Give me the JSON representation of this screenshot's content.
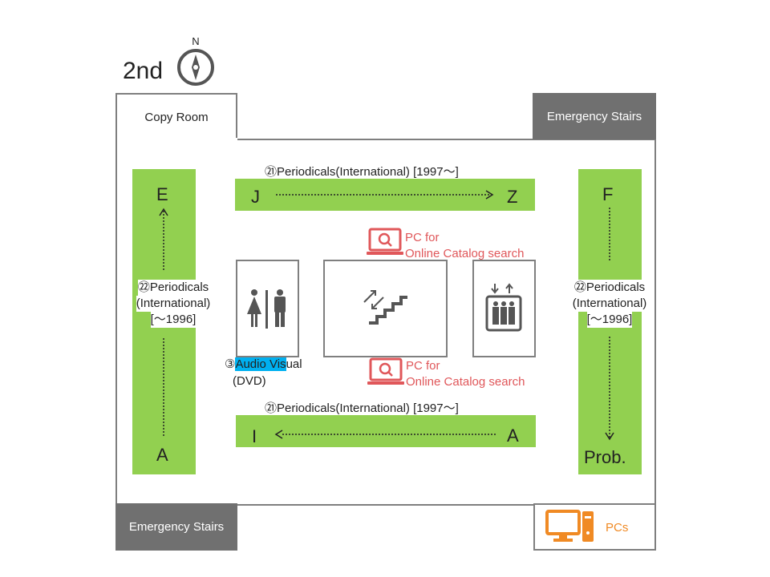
{
  "floor": {
    "label": "2nd",
    "compass_label": "N"
  },
  "rooms": {
    "copy_room": "Copy Room",
    "emergency_stairs_top": "Emergency Stairs",
    "emergency_stairs_bottom": "Emergency Stairs",
    "pcs": "PCs"
  },
  "shelves": {
    "top": {
      "label": "㉑Periodicals(International) [1997～]",
      "start": "J",
      "end": "Z"
    },
    "bottom": {
      "label": "㉑Periodicals(International) [1997～]",
      "start": "A",
      "end": "I"
    },
    "left": {
      "line1": "㉒Periodicals",
      "line2": "(International)",
      "line3": "[～1996]",
      "start": "A",
      "end": "E"
    },
    "right": {
      "line1": "㉒Periodicals",
      "line2": "(International)",
      "line3": "[～1996]",
      "start": "F",
      "end": "Prob."
    }
  },
  "facilities": {
    "pc_catalog_top": {
      "line1": "PC for",
      "line2": "Online Catalog search"
    },
    "pc_catalog_bottom": {
      "line1": "PC for",
      "line2": "Online Catalog search"
    },
    "audio_visual": {
      "prefix": "③",
      "highlight": "Audio Vis",
      "rest": "ual",
      "line2": "(DVD)"
    },
    "icons": [
      "restroom-icon",
      "stairs-icon",
      "elevator-icon",
      "laptop-search-icon",
      "desktop-pc-icon",
      "compass-icon"
    ]
  },
  "colors": {
    "shelf": "#92d050",
    "stairs": "#707070",
    "catalog": "#e0575a",
    "pcs": "#f08a24",
    "av_highlight": "#00b0f0"
  }
}
